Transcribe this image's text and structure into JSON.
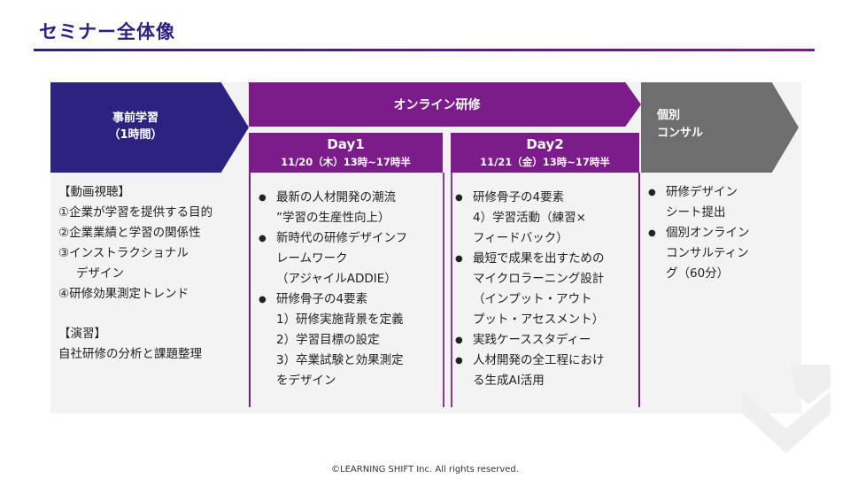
{
  "slide": {
    "title": "セミナー全体像",
    "footer": "©LEARNING SHIFT Inc. All rights reserved."
  },
  "pre_learning": {
    "title_line1": "事前学習",
    "title_line2": "（1時間）",
    "items": [
      "【動画視聴】",
      "①企業が学習を提供する目的",
      "②企業業績と学習の関係性",
      "③インストラクショナル",
      "デザイン",
      "④研修効果測定トレンド",
      "【演習】",
      "自社研修の分析と課題整理"
    ]
  },
  "online": {
    "title": "オンライン研修",
    "day1": {
      "label": "Day1",
      "date": "11/20（木）13時~17時半",
      "lines": [
        "最新の人材開発の潮流",
        "”学習の生産性向上）",
        "新時代の研修デザインフ",
        "レームワーク",
        "（アジャイルADDIE）",
        "研修骨子の4要素",
        "1）研修実施背景を定義",
        "2）学習目標の設定",
        "3）卒業試験と効果測定",
        "をデザイン"
      ]
    },
    "day2": {
      "label": "Day2",
      "date": "11/21（金）13時~17時半",
      "lines": [
        "研修骨子の4要素",
        "4）学習活動（練習×",
        "フィードバック）",
        "最短で成果を出すための",
        "マイクロラーニング設計",
        "（インプット・アウト",
        "プット・アセスメント）",
        "実践ケーススタディー",
        "人材開発の全工程におけ",
        "る生成AI活用"
      ]
    }
  },
  "consult": {
    "title_line1": "個別",
    "title_line2": "コンサル",
    "lines": [
      "研修デザイン",
      "シート提出",
      "個別オンライン",
      "コンサルティン",
      "グ（60分）"
    ]
  },
  "colors": {
    "navy": "#2d2280",
    "purple": "#7b1c8a",
    "gray": "#6e6e6e",
    "panel": "#f3f3f3"
  }
}
